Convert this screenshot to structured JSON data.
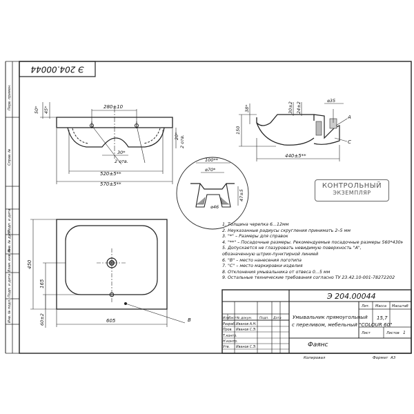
{
  "drawing": {
    "designation": "Э 204.00044",
    "designation_rotated": "Э 204.00044",
    "title_lines": [
      "Умывальник прямоугольный",
      "с переливом, мебельный \"COLOUR 60\""
    ],
    "material": "Фаянс",
    "stamp_line1": "КОНТРОЛЬНЫЙ",
    "stamp_line2": "ЭКЗЕМПЛЯР",
    "mass": "15,7",
    "sheet_label": "Лист",
    "sheets_label": "Листов",
    "sheets_count": "1",
    "lit_label": "Лит.",
    "mass_label": "Масса",
    "scale_label": "Масштаб",
    "copied_label": "Копировал",
    "format_label": "Формат",
    "format_value": "А3"
  },
  "title_block": {
    "headers": [
      "Изм.",
      "Лист",
      "№ докум.",
      "Подп.",
      "Дата"
    ],
    "rows": [
      {
        "role": "Разраб.",
        "name": "Иванов А.Н."
      },
      {
        "role": "Пров.",
        "name": "Иванов С.Э."
      },
      {
        "role": "Т.контр.",
        "name": ""
      },
      {
        "role": "Н.контр.",
        "name": ""
      },
      {
        "role": "Утв.",
        "name": "Иванов С.Э."
      }
    ]
  },
  "side_strip": [
    "Перв. примен.",
    "Справ. №",
    "Подп. и дата",
    "Инв. № дубл.",
    "Взам. инв. №",
    "Подп. и дата",
    "Инв. № подл."
  ],
  "notes": [
    "1. Толщина черепка 6...12мм",
    "2. Неуказанные радиусы скругления принимать 2–5 мм",
    "3. \"*\" – Размеры для справок",
    "4. \"**\" – Посадочные размеры. Рекомендуемые посадочные размеры 560*430мм",
    "5. Допускается не глазуровать невидимую поверхность \"А\",",
    "обозначенную штрих-пунктирной линией",
    "6. \"В\" – место нанесения логотипа",
    "7. \"С\" – место маркировки изделия",
    "8. Отклонения умывальника от отвеса 0...5 мм",
    "9. Остальные технические требования согласно ТУ 23.42.10-001-78272202"
  ],
  "dimensions": {
    "front_280": "280±10",
    "front_50": "50*",
    "front_45": "45*",
    "front_2otv_a": "2 отв.",
    "front_30": "30*",
    "front_2otv_b": "2 отв.",
    "front_20": "20*",
    "front_520": "520±5**",
    "front_570": "570±5**",
    "side_38": "38*",
    "side_150": "150",
    "side_30": "30±2",
    "side_24": "24±2",
    "side_d35": "⌀35",
    "side_A": "А",
    "side_C": "С",
    "side_440": "440±5**",
    "detail_100": "100**",
    "detail_d70": "⌀70*",
    "detail_47": "47±5",
    "detail_d46": "⌀46",
    "plan_450": "450",
    "plan_165": "165",
    "plan_605": "605",
    "plan_60": "60±2",
    "plan_B": "В"
  }
}
